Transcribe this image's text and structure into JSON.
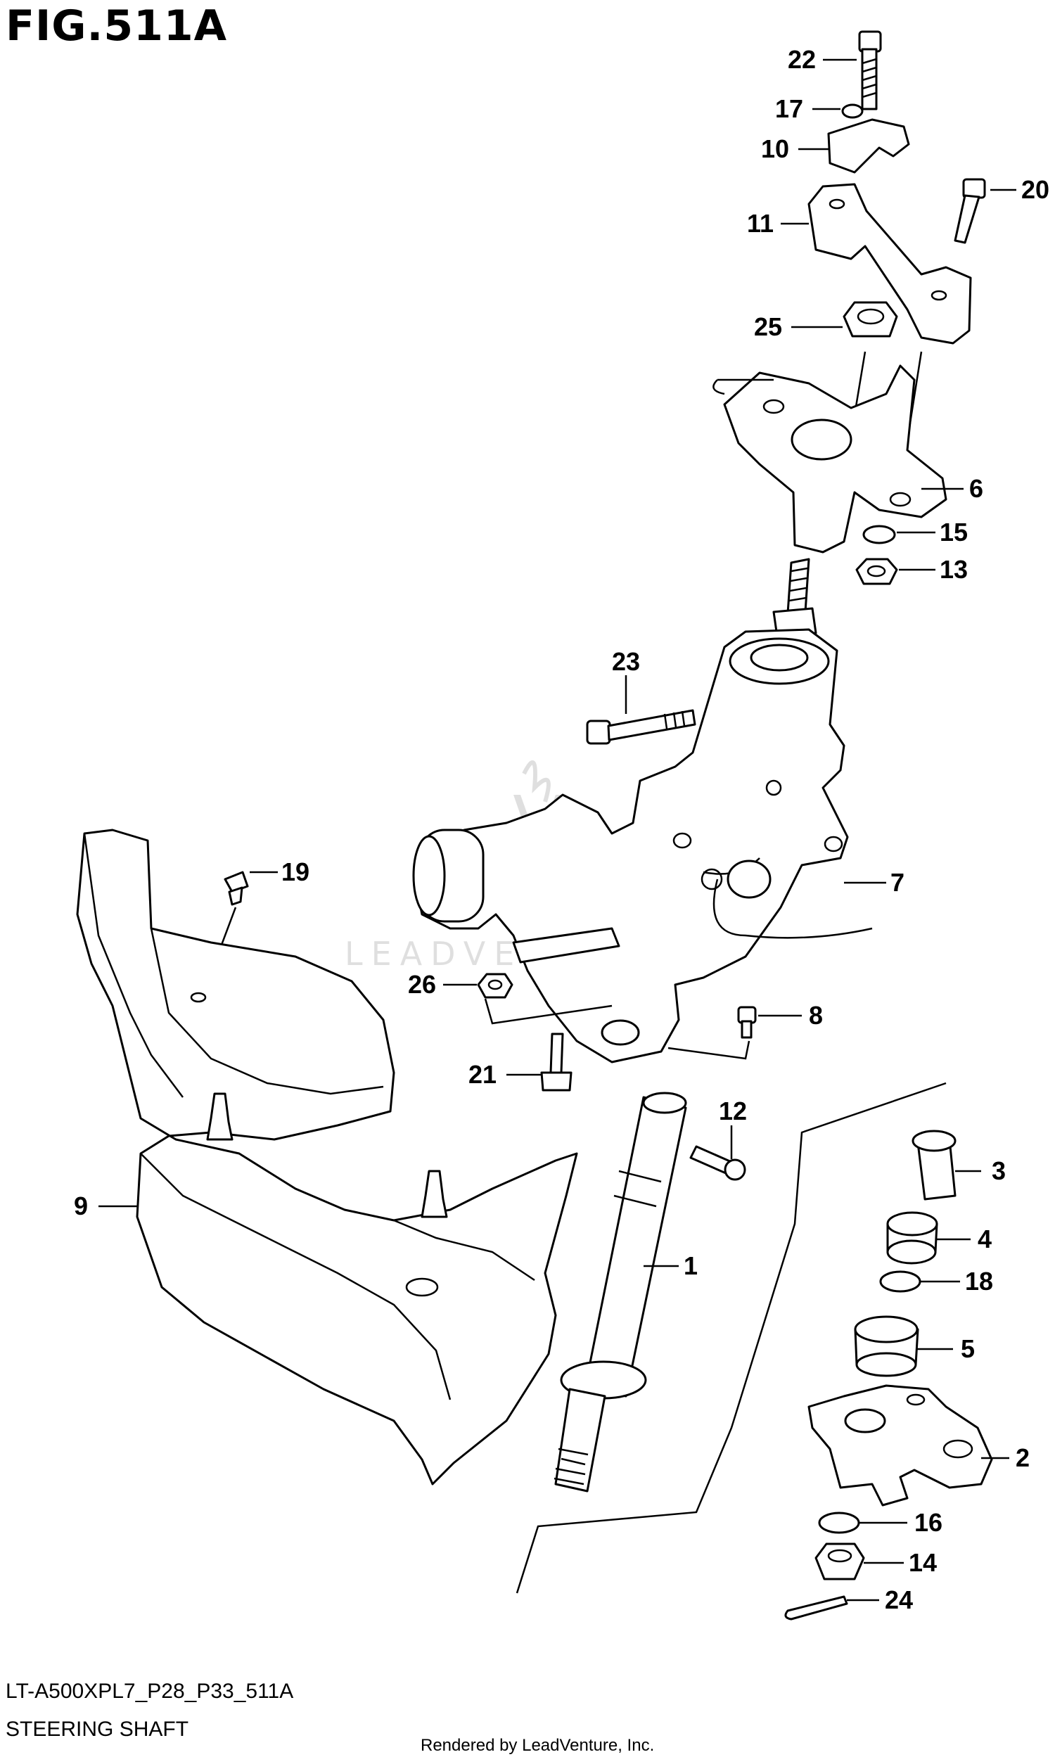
{
  "figure": {
    "title": "FIG.511A",
    "code": "LT-A500XPL7_P28_P33_511A",
    "name": "STEERING SHAFT",
    "render_credit": "Rendered by LeadVenture, Inc.",
    "watermark": "LEADVENTURE"
  },
  "callouts": [
    {
      "id": "c22",
      "label": "22"
    },
    {
      "id": "c17",
      "label": "17"
    },
    {
      "id": "c10",
      "label": "10"
    },
    {
      "id": "c20",
      "label": "20"
    },
    {
      "id": "c11",
      "label": "11"
    },
    {
      "id": "c25",
      "label": "25"
    },
    {
      "id": "c6",
      "label": "6"
    },
    {
      "id": "c15",
      "label": "15"
    },
    {
      "id": "c13",
      "label": "13"
    },
    {
      "id": "c23",
      "label": "23"
    },
    {
      "id": "c19",
      "label": "19"
    },
    {
      "id": "c7",
      "label": "7"
    },
    {
      "id": "c26",
      "label": "26"
    },
    {
      "id": "c8",
      "label": "8"
    },
    {
      "id": "c21",
      "label": "21"
    },
    {
      "id": "c12",
      "label": "12"
    },
    {
      "id": "c3",
      "label": "3"
    },
    {
      "id": "c9",
      "label": "9"
    },
    {
      "id": "c4",
      "label": "4"
    },
    {
      "id": "c1",
      "label": "1"
    },
    {
      "id": "c18",
      "label": "18"
    },
    {
      "id": "c5",
      "label": "5"
    },
    {
      "id": "c2",
      "label": "2"
    },
    {
      "id": "c16",
      "label": "16"
    },
    {
      "id": "c14",
      "label": "14"
    },
    {
      "id": "c24",
      "label": "24"
    }
  ]
}
